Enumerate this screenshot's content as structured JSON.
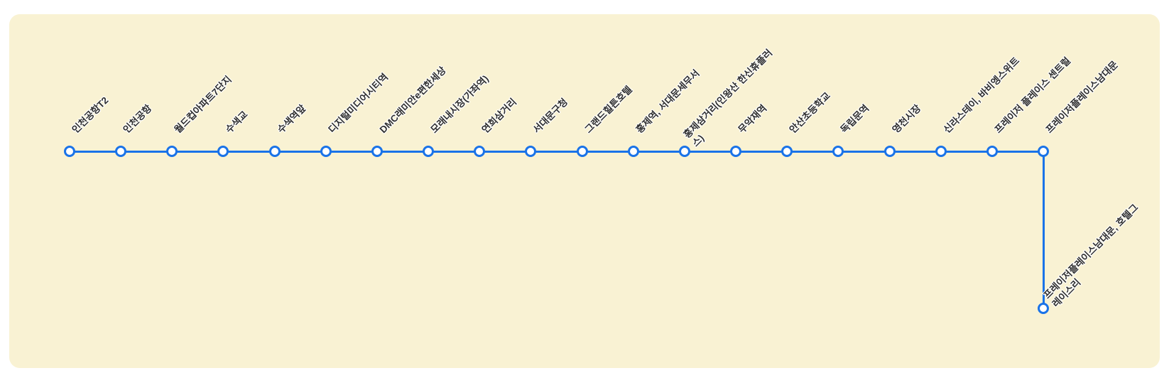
{
  "colors": {
    "background": "#ffffff",
    "panel": "#f9f2d3",
    "line": "#1a73e8",
    "label_text": "#2f2f2f"
  },
  "route": {
    "stations": [
      {
        "label": "인천공항T2"
      },
      {
        "label": "인천공항"
      },
      {
        "label": "월드컵아파트7단지"
      },
      {
        "label": "수색교"
      },
      {
        "label": "수색역앞"
      },
      {
        "label": "디지털미디어시티역"
      },
      {
        "label": "DMC래미안e편한세상"
      },
      {
        "label": "모래내시장(가좌역)"
      },
      {
        "label": "연희삼거리"
      },
      {
        "label": "서대문구청"
      },
      {
        "label": "그랜드힐튼호텔"
      },
      {
        "label": "홍제역, 서대문세무서"
      },
      {
        "label": "홍제삼거리(인왕산 한신휴플러\n스)"
      },
      {
        "label": "무악재역"
      },
      {
        "label": "안산초등학교"
      },
      {
        "label": "독립문역"
      },
      {
        "label": "영천시장"
      },
      {
        "label": "신라스테이, 바비엥스위트"
      },
      {
        "label": "프레이저 플레이스 센트럴"
      },
      {
        "label": "프레이저플레이스남대문"
      },
      {
        "label": "프레이저플레이스남대문, 호텔그\n레이스리",
        "branch_down": true
      }
    ]
  }
}
